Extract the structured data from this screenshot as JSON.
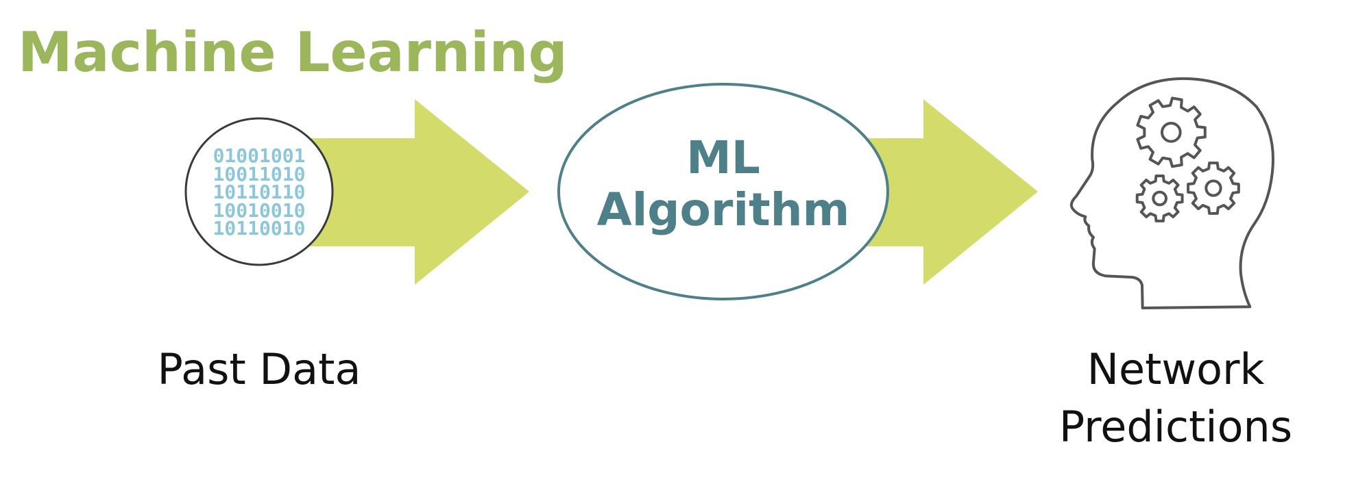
{
  "title": "Machine Learning",
  "input": {
    "label": "Past Data",
    "binary_lines": [
      "01001001",
      "10011010",
      "10110110",
      "10010010",
      "10110010"
    ]
  },
  "algorithm": {
    "line1": "ML",
    "line2": "Algorithm"
  },
  "output": {
    "line1": "Network",
    "line2": "Predictions"
  },
  "colors": {
    "title": "#9cb65c",
    "arrow": "#d3dc6b",
    "ellipse": "#4d8088",
    "binary": "#8cc6da",
    "outline": "#555555"
  }
}
